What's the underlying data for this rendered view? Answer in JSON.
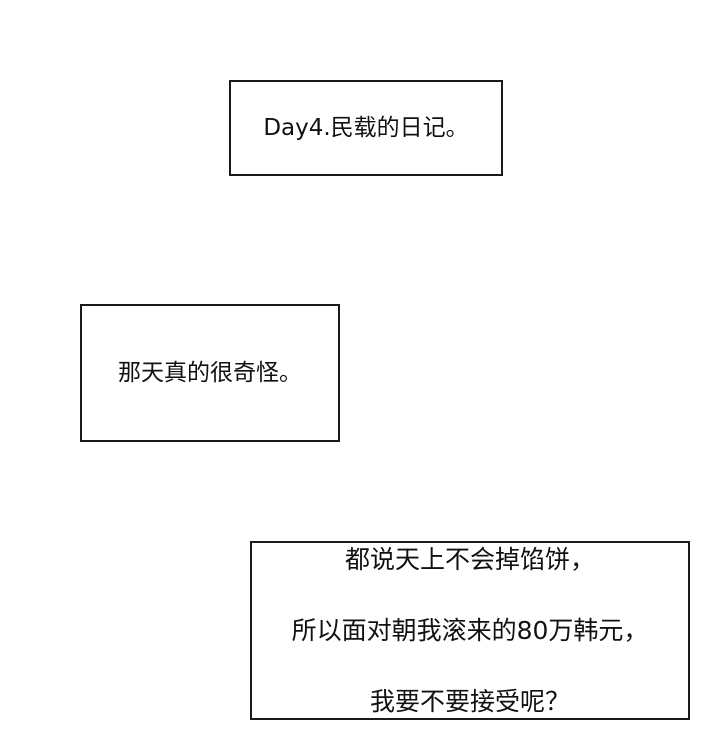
{
  "captions": [
    {
      "text": "Day4.民载的日记。"
    },
    {
      "text": "那天真的很奇怪。"
    },
    {
      "lines": [
        "都说天上不会掉馅饼，",
        "所以面对朝我滚来的80万韩元，",
        "我要不要接受呢？"
      ]
    }
  ],
  "colors": {
    "background": "#ffffff",
    "border": "#1a1a1a",
    "text": "#111111"
  }
}
